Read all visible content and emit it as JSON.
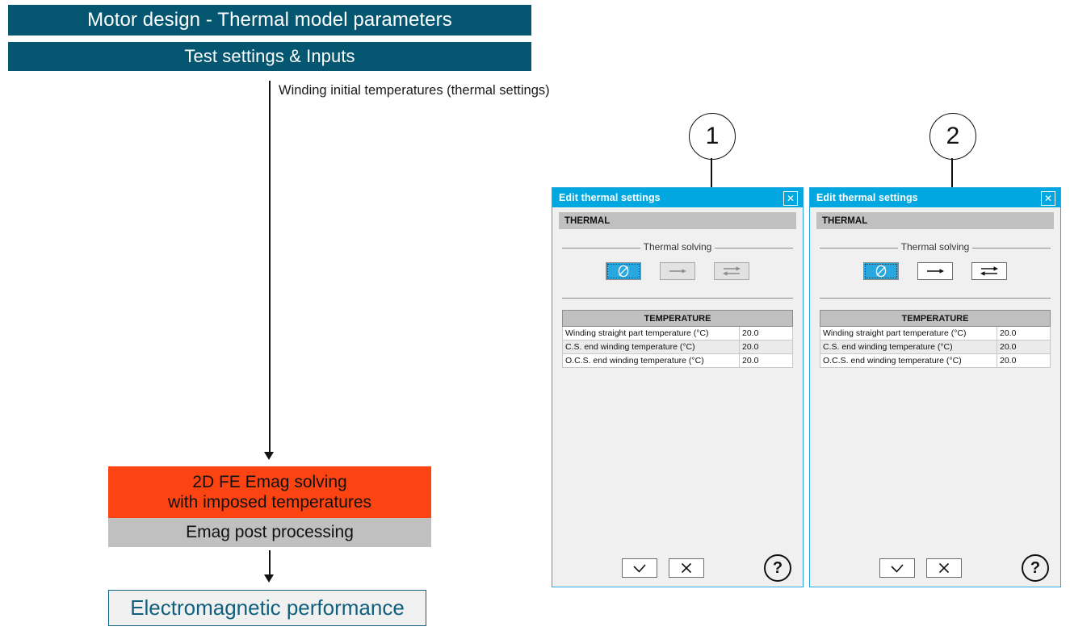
{
  "flow": {
    "title_main": "Motor design - Thermal model parameters",
    "title_sub": "Test settings & Inputs",
    "annotation": "Winding initial temperatures (thermal settings)",
    "box_solving_line1": "2D FE Emag solving",
    "box_solving_line2": "with imposed temperatures",
    "box_post": "Emag post processing",
    "box_performance": "Electromagnetic performance",
    "colors": {
      "teal": "#055670",
      "orange": "#fb4411",
      "gray": "#c0c0c0",
      "outline_blue": "#0f6080"
    }
  },
  "callouts": [
    {
      "number": "1"
    },
    {
      "number": "2"
    }
  ],
  "dialogs": [
    {
      "title": "Edit thermal settings",
      "close_label": "✕",
      "section_header": "THERMAL",
      "fieldset_legend": "Thermal solving",
      "mode_buttons": [
        {
          "icon": "no-thermal-solving-icon",
          "state": "selected"
        },
        {
          "icon": "one-way-coupling-icon",
          "state": "disabled"
        },
        {
          "icon": "two-way-coupling-icon",
          "state": "disabled"
        }
      ],
      "table": {
        "header": "TEMPERATURE",
        "rows": [
          {
            "label": "Winding straight part temperature (°C)",
            "value": "20.0"
          },
          {
            "label": "C.S. end winding temperature (°C)",
            "value": "20.0"
          },
          {
            "label": "O.C.S. end winding temperature (°C)",
            "value": "20.0"
          }
        ]
      },
      "footer": {
        "ok_icon": "check-icon",
        "cancel_icon": "cross-icon",
        "help_label": "?"
      }
    },
    {
      "title": "Edit thermal settings",
      "close_label": "✕",
      "section_header": "THERMAL",
      "fieldset_legend": "Thermal solving",
      "mode_buttons": [
        {
          "icon": "no-thermal-solving-icon",
          "state": "selected"
        },
        {
          "icon": "one-way-coupling-icon",
          "state": "enabled"
        },
        {
          "icon": "two-way-coupling-icon",
          "state": "enabled"
        }
      ],
      "table": {
        "header": "TEMPERATURE",
        "rows": [
          {
            "label": "Winding straight part temperature (°C)",
            "value": "20.0"
          },
          {
            "label": "C.S. end winding temperature (°C)",
            "value": "20.0"
          },
          {
            "label": "O.C.S. end winding temperature (°C)",
            "value": "20.0"
          }
        ]
      },
      "footer": {
        "ok_icon": "check-icon",
        "cancel_icon": "cross-icon",
        "help_label": "?"
      }
    }
  ]
}
